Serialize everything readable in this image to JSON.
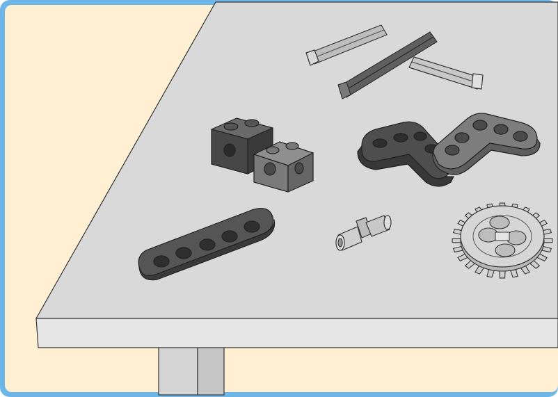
{
  "colors": {
    "frame": "#6db6e8",
    "background": "#fff0d4",
    "table_top": "#d9d9d9",
    "table_edge": "#e4e4e4",
    "table_leg": "#cfcfcf",
    "outline": "#222222",
    "dark_part": "#4a4a4a",
    "mid_part": "#727272",
    "light_part": "#c9c9c9"
  },
  "parts": [
    {
      "name": "axle",
      "icon": "axle-icon",
      "count": 3
    },
    {
      "name": "technic-brick-1x2",
      "icon": "technic-brick-icon",
      "count": 2
    },
    {
      "name": "l-beam",
      "icon": "l-beam-icon",
      "count": 2
    },
    {
      "name": "liftarm-1x5",
      "icon": "liftarm-icon",
      "count": 1
    },
    {
      "name": "connector-pin",
      "icon": "pin-icon",
      "count": 1
    },
    {
      "name": "gear-24-tooth",
      "icon": "gear-icon",
      "count": 1
    }
  ]
}
